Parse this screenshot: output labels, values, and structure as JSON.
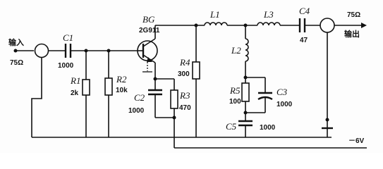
{
  "input": {
    "label": "输入",
    "impedance": "75Ω"
  },
  "output": {
    "label": "输出",
    "impedance": "75Ω"
  },
  "supply": {
    "label": "－6V"
  },
  "transistor": {
    "ref": "BG",
    "part": "2G911"
  },
  "components": {
    "c1": {
      "ref": "C1",
      "value": "1000"
    },
    "r1": {
      "ref": "R1",
      "value": "2k"
    },
    "r2": {
      "ref": "R2",
      "value": "10k"
    },
    "c2": {
      "ref": "C2",
      "value": "1000"
    },
    "r4": {
      "ref": "R4",
      "value": "300"
    },
    "r3": {
      "ref": "R3",
      "value": "470"
    },
    "l1": {
      "ref": "L1"
    },
    "l2": {
      "ref": "L2"
    },
    "l3": {
      "ref": "L3"
    },
    "c4": {
      "ref": "C4",
      "value": "47"
    },
    "r5": {
      "ref": "R5",
      "value": "100"
    },
    "c3": {
      "ref": "C3",
      "value": "1000"
    },
    "c5": {
      "ref": "C5",
      "value": "1000"
    }
  }
}
